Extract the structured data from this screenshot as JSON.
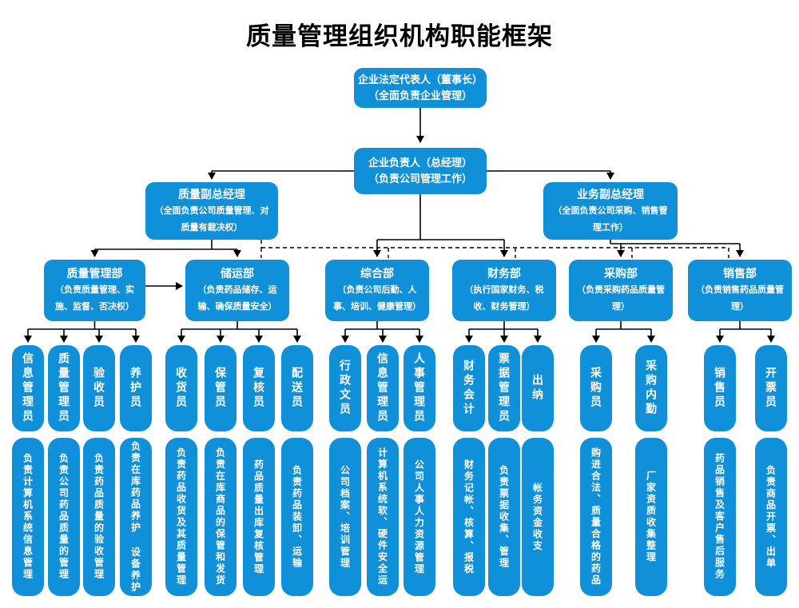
{
  "title": "质量管理组织机构职能框架",
  "colors": {
    "node_blue": "#0f90d8",
    "line_black": "#000000",
    "text_white": "#ffffff"
  },
  "chart": {
    "root": {
      "line1": "企业法定代表人（董事长）",
      "line2": "（全面负责企业管理）"
    },
    "gm": {
      "line1": "企业负责人（总经理）",
      "line2": "（负责公司管理工作）"
    },
    "deputies": [
      {
        "title": "质量副总经理",
        "desc": "（全面负责公司质量管理、对质量有裁决权）"
      },
      {
        "title": "业务副总经理",
        "desc": "（全面负责公司采购、销售管理工作）"
      }
    ],
    "departments": [
      {
        "title": "质量管理部",
        "desc": "（负责质量管理、实施、监督、否决权）",
        "roles": [
          {
            "name": "信息管理员",
            "duty": "负责计算机系统信息管理"
          },
          {
            "name": "质量管理员",
            "duty": "负责公司药品质量的管理"
          },
          {
            "name": "验收员",
            "duty": "负责药品质量的验收管理"
          },
          {
            "name": "养护员",
            "duty": "负责在库药品养护 设备养护"
          }
        ]
      },
      {
        "title": "储运部",
        "desc": "（负责药品储存、运输、确保质量安全）",
        "roles": [
          {
            "name": "收货员",
            "duty": "负责药品收货及其质量管理"
          },
          {
            "name": "保管员",
            "duty": "负责在库商品的保管和发货"
          },
          {
            "name": "复核员",
            "duty": "药品质量出库复核管理"
          },
          {
            "name": "配送员",
            "duty": "负责药品装卸、运输"
          }
        ]
      },
      {
        "title": "综合部",
        "desc": "（负责公司后勤、人事、培训、健康管理）",
        "roles": [
          {
            "name": "行政文员",
            "duty": "公司档案、培训管理"
          },
          {
            "name": "信息管理员",
            "duty": "计算机系统软、硬件安全运"
          },
          {
            "name": "人事管理员",
            "duty": "公司人事人力资源管理"
          }
        ]
      },
      {
        "title": "财务部",
        "desc": "（执行国家财务、税收、财务管理）",
        "roles": [
          {
            "name": "财务会计",
            "duty": "财务记帐、核算、报税"
          },
          {
            "name": "票据管理员",
            "duty": "负责票据收集、管理"
          },
          {
            "name": "出纳",
            "duty": "帐务资金收支"
          }
        ]
      },
      {
        "title": "采购部",
        "desc": "（负责采购药品质量管理）",
        "roles": [
          {
            "name": "采购员",
            "duty": "购进合法、质量合格的药品"
          },
          {
            "name": "采购内勤",
            "duty": "厂家资质收集整理"
          }
        ]
      },
      {
        "title": "销售部",
        "desc": "（负责销售药品质量管理）",
        "roles": [
          {
            "name": "销售员",
            "duty": "药品销售及客户售后服务"
          },
          {
            "name": "开票员",
            "duty": "负责商品开票、出单"
          }
        ]
      }
    ]
  }
}
